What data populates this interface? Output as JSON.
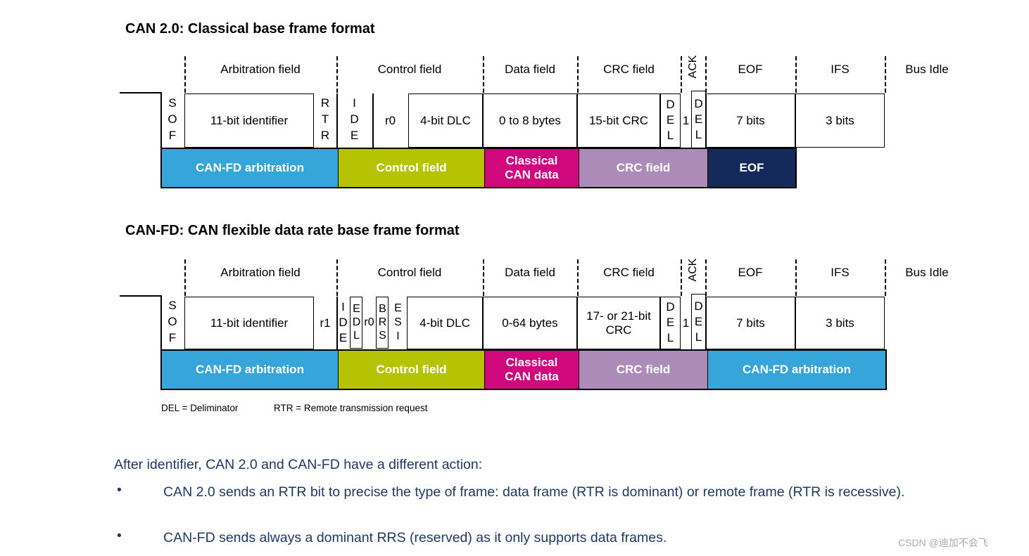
{
  "colors": {
    "blue": "#35A5DA",
    "green": "#B5C303",
    "magenta": "#D1077E",
    "purple": "#AC8BB8",
    "navy": "#16295B",
    "note_text": "#1F3864",
    "watermark_gray": "#ABABAB"
  },
  "diagram1": {
    "title": "CAN 2.0: Classical base frame format",
    "labels": {
      "arbitration": "Arbitration field",
      "control": "Control field",
      "data": "Data field",
      "crc": "CRC field",
      "ack": "ACK",
      "eof": "EOF",
      "ifs": "IFS",
      "bus_idle": "Bus Idle"
    },
    "cells": {
      "sof": "SOF",
      "identifier": "11-bit identifier",
      "rtr": "RTR",
      "ide": "IDE",
      "r0": "r0",
      "dlc": "4-bit DLC",
      "data": "0 to 8 bytes",
      "crc": "15-bit CRC",
      "del1": "DEL",
      "ack_slot": "1",
      "del2": "DEL",
      "eof": "7 bits",
      "ifs": "3 bits"
    },
    "bar": {
      "arbitration": "CAN-FD arbitration",
      "control": "Control field",
      "data": "Classical CAN data",
      "crc": "CRC field",
      "eof": "EOF"
    }
  },
  "diagram2": {
    "title": "CAN-FD: CAN flexible data rate base frame format",
    "labels": {
      "arbitration": "Arbitration field",
      "control": "Control field",
      "data": "Data field",
      "crc": "CRC field",
      "ack": "ACK",
      "eof": "EOF",
      "ifs": "IFS",
      "bus_idle": "Bus Idle"
    },
    "cells": {
      "sof": "SOF",
      "identifier": "11-bit identifier",
      "r1": "r1",
      "ide": "IDE",
      "edl": "EDL",
      "r0": "r0",
      "brs": "BRS",
      "esi": "ESI",
      "dlc": "4-bit DLC",
      "data": "0-64 bytes",
      "crc": "17- or 21-bit CRC",
      "del1": "DEL",
      "ack_slot": "1",
      "del2": "DEL",
      "eof": "7 bits",
      "ifs": "3 bits"
    },
    "bar": {
      "arbitration": "CAN-FD arbitration",
      "control": "Control field",
      "data": "Classical CAN data",
      "crc": "CRC field",
      "tail": "CAN-FD arbitration"
    }
  },
  "footnote": {
    "del": "DEL = Deliminator",
    "rtr": "RTR = Remote transmission request"
  },
  "notes": {
    "intro": "After identifier, CAN 2.0 and CAN-FD have a different action:",
    "bullet_glyph": "•",
    "bullet1": "CAN 2.0 sends an RTR bit to precise the type of frame: data frame (RTR is dominant) or remote frame (RTR is recessive).",
    "bullet2": "CAN-FD sends always a dominant RRS (reserved) as it only supports data frames."
  },
  "watermark": "CSDN @迪加不会飞"
}
